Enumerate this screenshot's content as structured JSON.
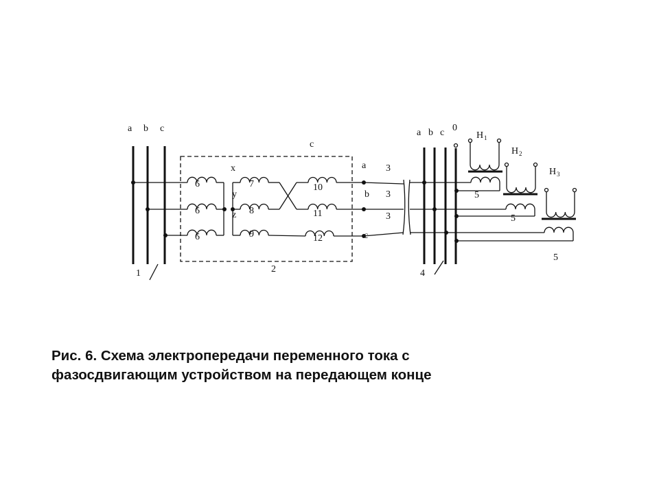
{
  "diagram": {
    "left_bus_labels": [
      "a",
      "b",
      "c"
    ],
    "left_bus_number": "1",
    "device_label": "c",
    "device_number": "2",
    "node_labels": {
      "x": "x",
      "y": "y",
      "z": "z"
    },
    "coil_labels": [
      "6",
      "6",
      "6",
      "7",
      "8",
      "9",
      "10",
      "11",
      "12"
    ],
    "output_labels": [
      "a",
      "b",
      "c"
    ],
    "line_labels": [
      "3",
      "3",
      "3"
    ],
    "right_bus_labels": [
      "a",
      "b",
      "c",
      "0"
    ],
    "right_bus_number": "4",
    "loads": [
      {
        "label": "H",
        "sub": "1",
        "winding": "5"
      },
      {
        "label": "H",
        "sub": "2",
        "winding": "5"
      },
      {
        "label": "H",
        "sub": "3",
        "winding": "5"
      }
    ]
  },
  "caption": {
    "line1": "Рис. 6. Схема электропередачи переменного тока с",
    "line2": "фазосдвигающим устройством на передающем конце"
  }
}
